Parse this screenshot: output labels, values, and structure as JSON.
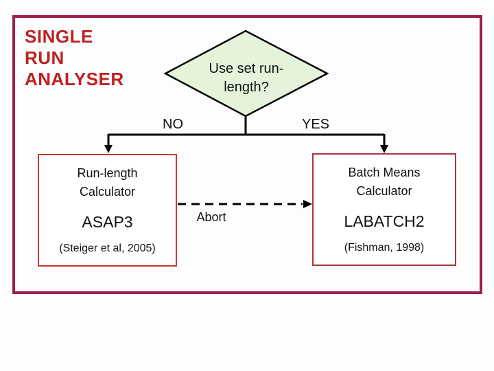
{
  "slide": {
    "title_lines": [
      "SINGLE",
      "RUN",
      "ANALYSER"
    ],
    "colors": {
      "frame_border": "#9e1f50",
      "title_text": "#bf2121",
      "left_box_border": "#c63a2e",
      "right_box_border": "#ae3340",
      "decision_fill": "#e4f3da",
      "connector": "#000000"
    }
  },
  "flowchart": {
    "decision": {
      "label": "Use set run-\nlength?"
    },
    "branches": {
      "no": "NO",
      "yes": "YES"
    },
    "abort_label": "Abort",
    "boxes": [
      {
        "name": "Run-length\nCalculator",
        "tool": "ASAP3",
        "citation": "(Steiger et al, 2005)"
      },
      {
        "name": "Batch Means\nCalculator",
        "tool": "LABATCH2",
        "citation": "(Fishman, 1998)"
      }
    ]
  }
}
